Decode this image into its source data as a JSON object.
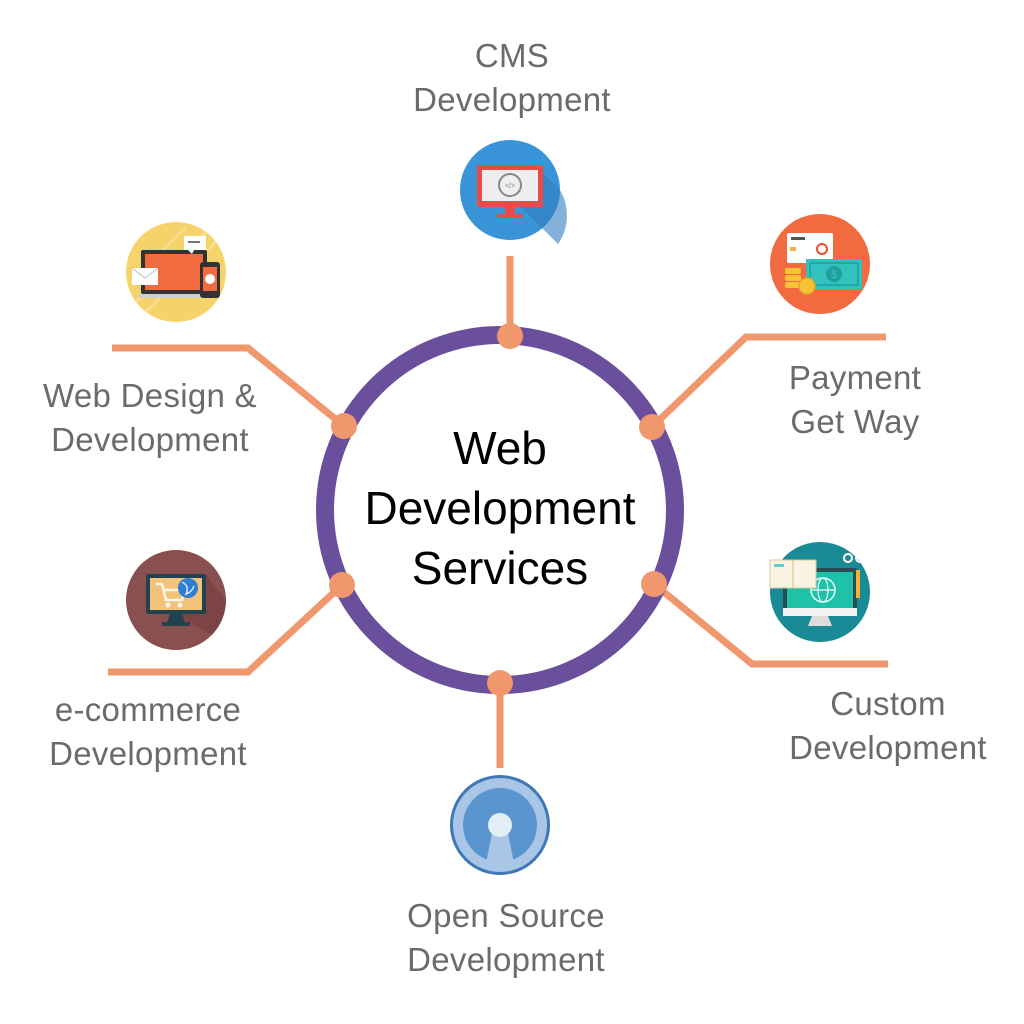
{
  "title": {
    "lines": [
      "Web",
      "Development",
      "Services"
    ]
  },
  "colors": {
    "ring": "#6a4f9c",
    "connector": "#f0976e",
    "label_text": "#6b6b6b",
    "center_text": "#000000"
  },
  "services": [
    {
      "id": "cms",
      "lines": [
        "CMS",
        "Development"
      ],
      "icon": "monitor-code-icon",
      "icon_bg": "#3a94d8"
    },
    {
      "id": "payment",
      "lines": [
        "Payment",
        "Get Way"
      ],
      "icon": "card-cash-coins-icon",
      "icon_bg": "#f26a3f"
    },
    {
      "id": "custom",
      "lines": [
        "Custom",
        "Development"
      ],
      "icon": "monitor-globe-book-icon",
      "icon_bg": "#1a8a96"
    },
    {
      "id": "open-source",
      "lines": [
        "Open Source",
        "Development"
      ],
      "icon": "open-source-keyhole-icon",
      "icon_bg": "#a9c6e6"
    },
    {
      "id": "ecommerce",
      "lines": [
        "e-commerce",
        "Development"
      ],
      "icon": "monitor-cart-globe-icon",
      "icon_bg": "#8a4f4f"
    },
    {
      "id": "web-design",
      "lines": [
        "Web Design &",
        "Development"
      ],
      "icon": "laptop-phone-mail-icon",
      "icon_bg": "#f6d36a"
    }
  ]
}
